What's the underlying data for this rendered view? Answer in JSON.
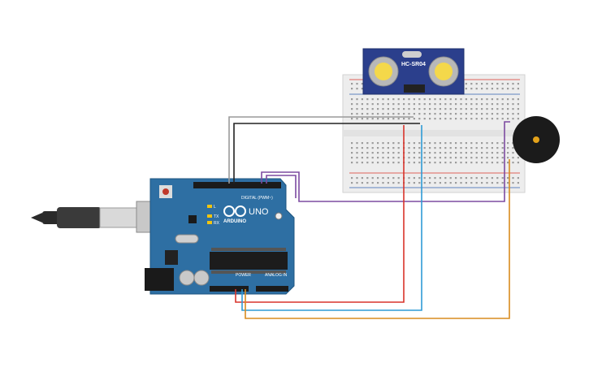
{
  "arduino": {
    "brand": "ARDUINO",
    "model": "UNO",
    "digital_label": "DIGITAL (PWM~)",
    "power_label": "POWER",
    "analog_label": "ANALOG IN",
    "led_l": "L",
    "led_tx": "TX",
    "led_rx": "RX"
  },
  "sensor": {
    "model": "HC-SR04"
  },
  "colors": {
    "board": "#2E6FA3",
    "breadboard": "#EDEDED",
    "sensor": "#2B3F8C",
    "wire_red": "#D9342B",
    "wire_blue": "#2F9BD6",
    "wire_orange": "#D98B1E",
    "wire_purple": "#7D4BA1",
    "wire_black": "#222222",
    "wire_gray": "#9A9A9A"
  }
}
